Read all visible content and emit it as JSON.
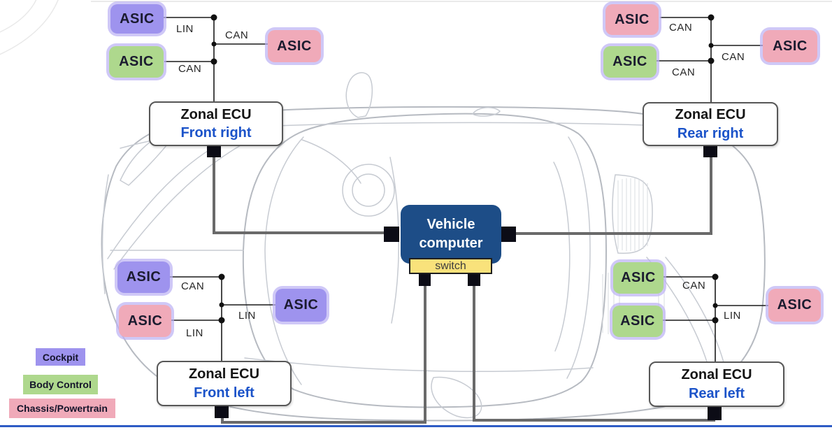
{
  "colors": {
    "cockpit": "#9e93ee",
    "body_control": "#aed88d",
    "chassis_powertrain": "#f0aab9",
    "vehicle_computer_bg": "#1d4d87",
    "switch_bg": "#f9e27b",
    "zone_text": "#1b53c9",
    "bottom_rule": "#2e5cc5"
  },
  "legend": {
    "items": [
      {
        "label": "Cockpit"
      },
      {
        "label": "Body Control"
      },
      {
        "label": "Chassis/Powertrain"
      }
    ]
  },
  "vehicle_computer": {
    "line1": "Vehicle",
    "line2": "computer",
    "switch_label": "switch"
  },
  "ecus": {
    "front_right": {
      "title": "Zonal ECU",
      "zone": "Front right"
    },
    "rear_right": {
      "title": "Zonal ECU",
      "zone": "Rear right"
    },
    "front_left": {
      "title": "Zonal ECU",
      "zone": "Front left"
    },
    "rear_left": {
      "title": "Zonal ECU",
      "zone": "Rear left"
    }
  },
  "clusters": {
    "top_left": {
      "asic_1": "ASIC",
      "asic_2": "ASIC",
      "asic_side": "ASIC",
      "wire_1": "LIN",
      "wire_side": "CAN",
      "wire_2": "CAN"
    },
    "top_right": {
      "asic_1": "ASIC",
      "asic_2": "ASIC",
      "asic_side": "ASIC",
      "wire_1": "CAN",
      "wire_side": "CAN",
      "wire_2": "CAN"
    },
    "bottom_left": {
      "asic_1": "ASIC",
      "asic_2": "ASIC",
      "asic_side": "ASIC",
      "wire_1": "CAN",
      "wire_side": "LIN",
      "wire_2": "LIN"
    },
    "bottom_right": {
      "asic_1": "ASIC",
      "asic_2": "ASIC",
      "asic_side": "ASIC",
      "wire_1": "CAN",
      "wire_side": "LIN"
    }
  }
}
